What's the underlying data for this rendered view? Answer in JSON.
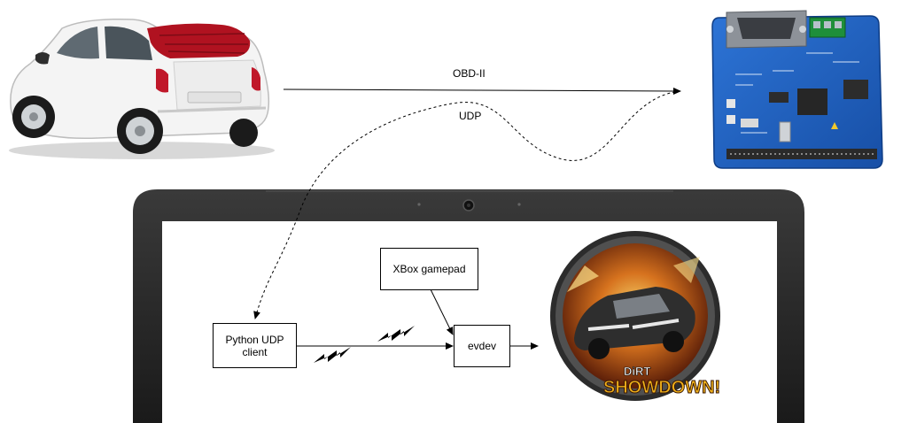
{
  "edges": {
    "obd": "OBD-II",
    "udp": "UDP"
  },
  "nodes": {
    "gamepad": "XBox gamepad",
    "evdev": "evdev",
    "python_line1": "Python UDP",
    "python_line2": "client"
  },
  "images": {
    "car": "car-icon",
    "can_board": "can-bus-board-icon",
    "laptop": "laptop-icon",
    "game_logo": "dirt-showdown-logo-icon",
    "wireless": "wireless-signal-icon"
  },
  "logo_text": {
    "word1": "DiRT",
    "word2": "SHOWDOWN!"
  },
  "colors": {
    "car_body": "#f4f4f4",
    "car_roof": "#b01220",
    "board": "#1f63c6",
    "board_header": "#2a2a2a",
    "laptop_bezel": "#2b2b2b",
    "logo_ring": "#3a3a3a",
    "logo_text": "#f2b21a"
  }
}
